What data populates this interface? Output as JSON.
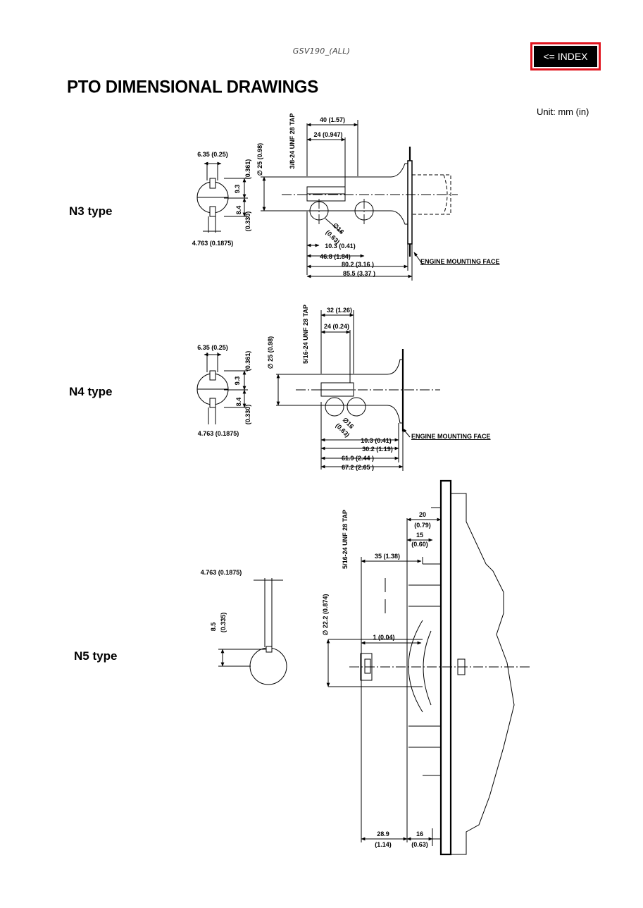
{
  "header": {
    "doc_id": "GSV190_(ALL)",
    "index_button_label": "<= INDEX"
  },
  "title": "PTO DIMENSIONAL DRAWINGS",
  "unit": "Unit: mm (in)",
  "colors": {
    "index_border": "#e0141e",
    "index_bg": "#000000",
    "index_text": "#ffffff"
  },
  "n3": {
    "label": "N3 type",
    "tap": "3/8-24 UNF 28 TAP",
    "dim_40": "40 (1.57)",
    "dim_24": "24 (0.947)",
    "dim_635": "6.35 (0.25)",
    "dim_93": "9.3",
    "dim_93_in": "(0.361)",
    "dim_dia25": "∅ 25 (0.98)",
    "dim_84": "8.4",
    "dim_84_in": "(0.330)",
    "dim_4763": "4.763 (0.1875)",
    "dim_dia16": "∅16",
    "dim_dia16_in": "(0.63)",
    "dim_103": "10.3 (0.41)",
    "dim_468": "46.8 (1.84)",
    "dim_802": "80.2 (3.16 )",
    "dim_855": "85.5 (3.37 )",
    "engine_face": "ENGINE MOUNTING FACE"
  },
  "n4": {
    "label": "N4 type",
    "tap": "5/16-24 UNF 28 TAP",
    "dim_32": "32 (1.26)",
    "dim_24": "24 (0.24)",
    "dim_635": "6.35 (0.25)",
    "dim_93": "9.3",
    "dim_93_in": "(0.361)",
    "dim_dia25": "∅ 25 (0.98)",
    "dim_84": "8.4",
    "dim_84_in": "(0.330)",
    "dim_4763": "4.763 (0.1875)",
    "dim_dia16": "∅16",
    "dim_dia16_in": "(0.63)",
    "dim_103": "10.3 (0.41)",
    "dim_302": "30.2 (1.19)",
    "dim_619": "61.9 (2.44 )",
    "dim_672": "67.2 (2.65 )",
    "engine_face": "ENGINE MOUNTING FACE"
  },
  "n5": {
    "label": "N5 type",
    "tap": "5/16-24 UNF 28 TAP",
    "dim_4763": "4.763 (0.1875)",
    "dim_85": "8.5",
    "dim_85_in": "(0.335)",
    "dim_20": "20",
    "dim_20_in": "(0.79)",
    "dim_15": "15",
    "dim_15_in": "(0.60)",
    "dim_35": "35 (1.38)",
    "dim_dia222": "∅ 22.2 (0.874)",
    "dim_1": "1 (0.04)",
    "dim_289": "28.9",
    "dim_289_in": "(1.14)",
    "dim_16": "16",
    "dim_16_in": "(0.63)"
  }
}
